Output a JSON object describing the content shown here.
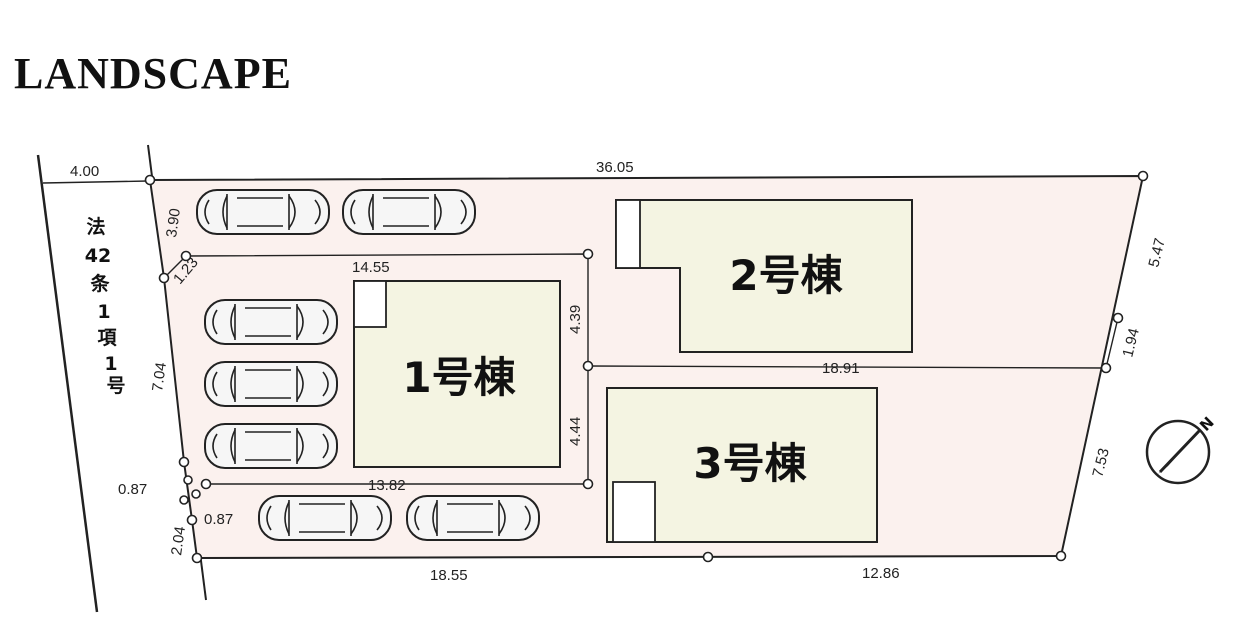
{
  "title": "LANDSCAPE",
  "road_width": "4.00",
  "road_label": [
    "法",
    "42",
    "条",
    "1",
    "項",
    "1",
    "号"
  ],
  "buildings": {
    "b1": "1号棟",
    "b2": "2号棟",
    "b3": "3号棟"
  },
  "dimensions": {
    "top": "36.05",
    "left_top": "3.90",
    "corner": "1.23",
    "lot1_top": "14.55",
    "lot1_right_upper": "4.39",
    "lot1_right_lower": "4.44",
    "lot1_bottom": "13.82",
    "left_mid": "7.04",
    "corner_a": "0.87",
    "corner_b": "0.87",
    "left_bottom": "2.04",
    "bottom_left": "18.55",
    "bottom_right": "12.86",
    "right_top": "5.47",
    "right_mid": "1.94",
    "right_bottom": "7.53",
    "lot_divider": "18.91"
  },
  "compass": {
    "label": "N"
  },
  "colors": {
    "lot_fill": "#fbf1ee",
    "building_fill": "#f4f4e2",
    "line": "#222222"
  }
}
